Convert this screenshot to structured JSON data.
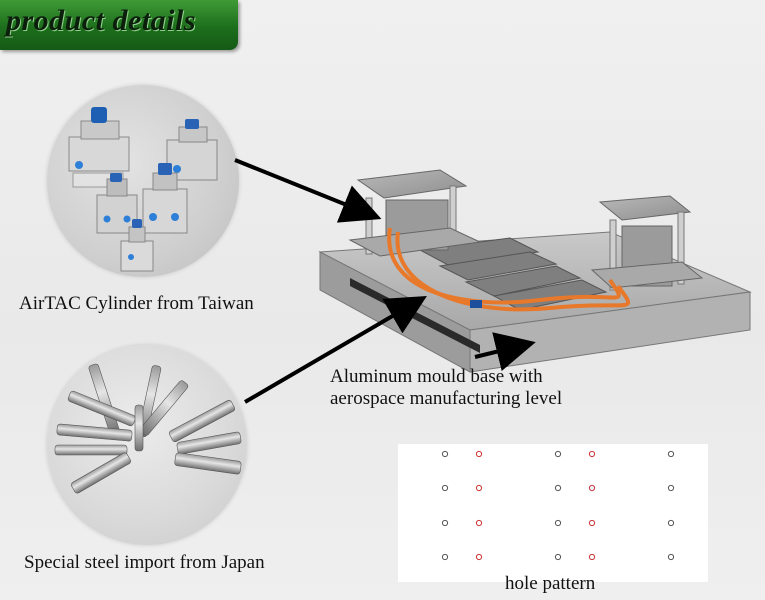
{
  "banner": {
    "title": "product details"
  },
  "captions": {
    "cylinder": "AirTAC Cylinder from Taiwan",
    "base_line1": "Aluminum mould base with",
    "base_line2": "aerospace manufacturing level",
    "steel": "Special steel import from Japan",
    "hole": "hole pattern"
  },
  "hole_pattern": {
    "rows": 4,
    "columns": [
      {
        "color": "#555555"
      },
      {
        "color": "#cc3333"
      },
      {
        "color": "#555555"
      },
      {
        "color": "#cc3333"
      },
      {
        "color": "#555555"
      }
    ]
  },
  "colors": {
    "banner_green": "#1d6e1c",
    "hose_orange": "#e8782a",
    "arrow": "#000000"
  }
}
